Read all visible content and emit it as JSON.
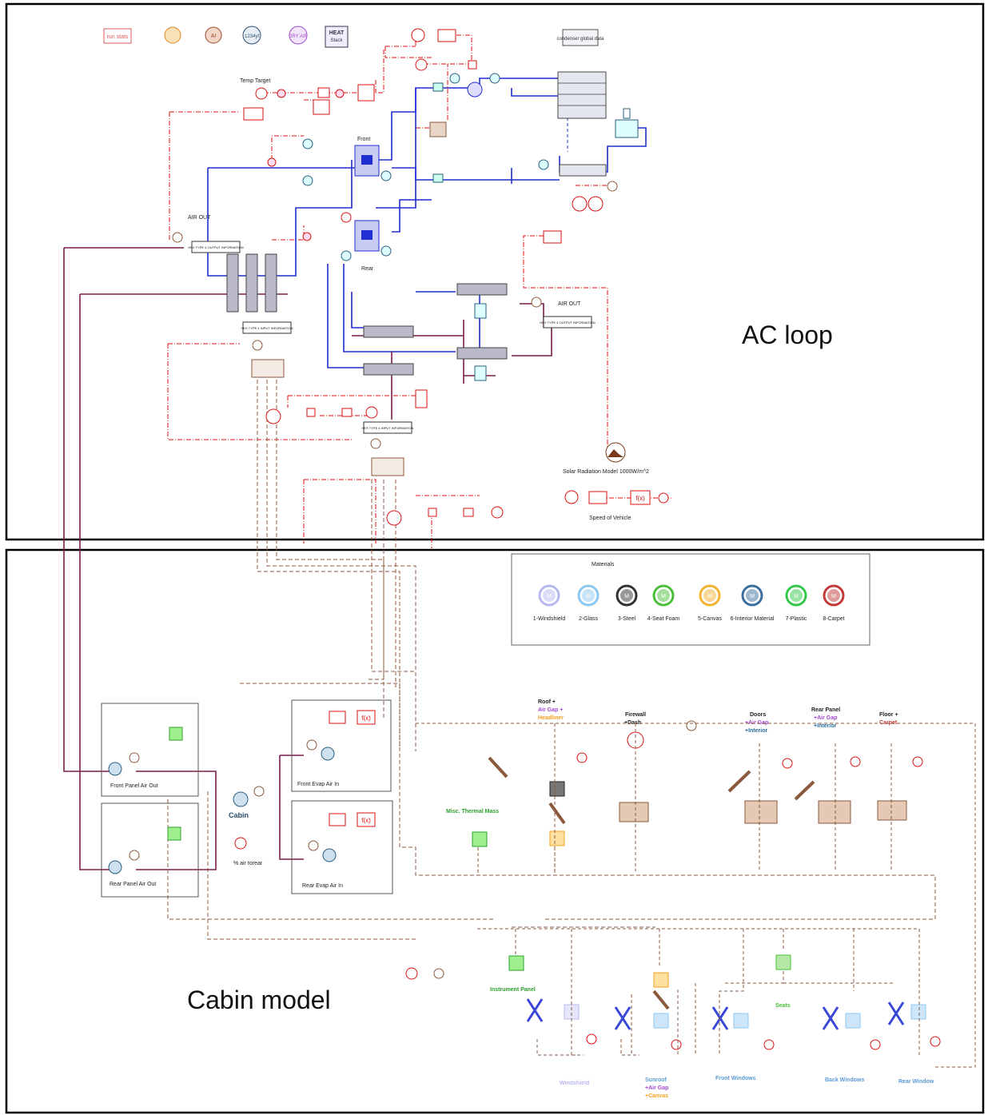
{
  "sections": {
    "ac_loop_title": "AC loop",
    "cabin_title": "Cabin model"
  },
  "top_icons": {
    "run_stats": "run stats",
    "ai": "AI",
    "r1234": "1234yf",
    "dry_air": "DRY AIR",
    "heat": "HEAT",
    "stack": "Stack",
    "condenser_global": "condenser global data"
  },
  "ac": {
    "temp_target": "Temp Target",
    "front": "Front",
    "rear": "Rear",
    "air_out_left": "AIR OUT",
    "air_out_right": "AIR OUT",
    "hex_output_1": "HEX TYPE 4 OUTPUT INFORMATION",
    "hex_input_1": "HEX TYPE 4 INPUT INFORMATION",
    "hex_output_2": "HEX TYPE 4 OUTPUT INFORMATION",
    "hex_input_2": "HEX TYPE 4 INPUT INFORMATION",
    "solar": "Solar Radiation Model 1000W/m^2",
    "speed": "Speed of Vehicle",
    "fx": "f(x)"
  },
  "materials": {
    "title": "Materials",
    "items": [
      {
        "label": "1-Windshield",
        "color": "#b8b8f0"
      },
      {
        "label": "2-Glass",
        "color": "#8ec7f0"
      },
      {
        "label": "3-Steel",
        "color": "#333333"
      },
      {
        "label": "4-Seat Foam",
        "color": "#4bbf3a"
      },
      {
        "label": "5-Canvas",
        "color": "#f2b233"
      },
      {
        "label": "6-Interior Material",
        "color": "#3a6fa0"
      },
      {
        "label": "7-Plastic",
        "color": "#34c94a"
      },
      {
        "label": "8-Carpet",
        "color": "#c23a3a"
      }
    ],
    "m": "M"
  },
  "cabin": {
    "front_panel_air_out": "Front Panel Air Out",
    "rear_panel_air_out": "Rear Panel Air Out",
    "front_evap_air_in": "Front Evap Air In",
    "rear_evap_air_in": "Rear Evap Air In",
    "cabin": "Cabin",
    "pct_air_torear": "% air torear",
    "misc_thermal_mass": "Misc. Thermal Mass",
    "roof": "Roof +",
    "roof_air_gap": "Air Gap +",
    "roof_headliner": "Headliner",
    "firewall": "Firewall",
    "firewall_dash": "+Dash",
    "doors": "Doors",
    "doors_air_gap": "+Air Gap",
    "doors_interior": "+Interior",
    "rear_panel": "Rear Panel",
    "rear_panel_air_gap": "+Air Gap",
    "rear_panel_interior": "+Interior",
    "floor": "Floor +",
    "floor_carpet": "Carpet",
    "instrument_panel": "Instrument Panel",
    "seats": "Seats",
    "windshield": "Windshield",
    "sunroof": "Sunroof",
    "sunroof_air_gap": "+Air Gap",
    "sunroof_canvas": "+Canvas",
    "front_windows": "Front Windows",
    "back_windows": "Back Windows",
    "rear_window": "Rear Window"
  }
}
